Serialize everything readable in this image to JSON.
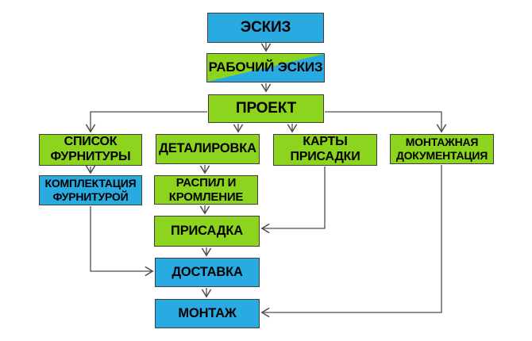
{
  "diagram": {
    "type": "flowchart",
    "language": "ru",
    "colors": {
      "blue": "#29ABE2",
      "green": "#8CD41E",
      "border": "#3f3f3f",
      "connector": "#4d4d4d",
      "text": "#000000",
      "background": "#ffffff"
    },
    "nodes": {
      "eskiz": {
        "label": "ЭСКИЗ",
        "fill": "blue"
      },
      "rabochiy_eskiz": {
        "label": "РАБОЧИЙ ЭСКИЗ",
        "fill": "split"
      },
      "proekt": {
        "label": "ПРОЕКТ",
        "fill": "green"
      },
      "spisok_furnitury": {
        "label": "СПИСОК ФУРНИТУРЫ",
        "fill": "green"
      },
      "detalirovka": {
        "label": "ДЕТАЛИРОВКА",
        "fill": "green"
      },
      "karty_prisadki": {
        "label": "КАРТЫ ПРИСАДКИ",
        "fill": "green"
      },
      "montazhnaya_dokumentatsiya": {
        "label": "МОНТАЖНАЯ ДОКУМЕНТАЦИЯ",
        "fill": "green"
      },
      "komplektatsiya_furnituroy": {
        "label": "КОМПЛЕКТАЦИЯ ФУРНИТУРОЙ",
        "fill": "blue"
      },
      "raspil_i_kromlenie": {
        "label": "РАСПИЛ И КРОМЛЕНИЕ",
        "fill": "green"
      },
      "prisadka": {
        "label": "ПРИСАДКА",
        "fill": "green"
      },
      "dostavka": {
        "label": "ДОСТАВКА",
        "fill": "blue"
      },
      "montazh": {
        "label": "МОНТАЖ",
        "fill": "blue"
      }
    },
    "edges": [
      {
        "from": "eskiz",
        "to": "rabochiy_eskiz"
      },
      {
        "from": "rabochiy_eskiz",
        "to": "proekt"
      },
      {
        "from": "proekt",
        "to": "spisok_furnitury"
      },
      {
        "from": "proekt",
        "to": "detalirovka"
      },
      {
        "from": "proekt",
        "to": "karty_prisadki"
      },
      {
        "from": "proekt",
        "to": "montazhnaya_dokumentatsiya"
      },
      {
        "from": "spisok_furnitury",
        "to": "komplektatsiya_furnituroy"
      },
      {
        "from": "detalirovka",
        "to": "raspil_i_kromlenie"
      },
      {
        "from": "raspil_i_kromlenie",
        "to": "prisadka"
      },
      {
        "from": "karty_prisadki",
        "to": "prisadka"
      },
      {
        "from": "prisadka",
        "to": "dostavka"
      },
      {
        "from": "komplektatsiya_furnituroy",
        "to": "dostavka"
      },
      {
        "from": "dostavka",
        "to": "montazh"
      },
      {
        "from": "montazhnaya_dokumentatsiya",
        "to": "montazh"
      }
    ]
  }
}
